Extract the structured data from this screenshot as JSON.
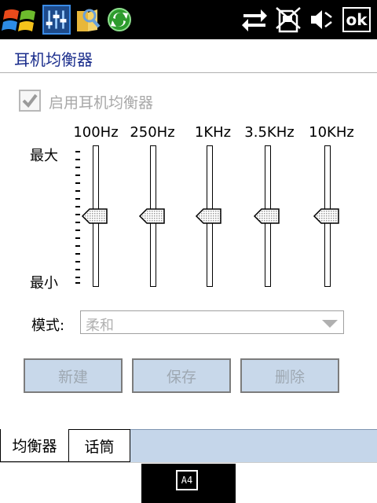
{
  "app": {
    "title": "耳机均衡器"
  },
  "taskbar": {
    "ok_label": "ok"
  },
  "enable": {
    "label": "启用耳机均衡器",
    "checked": true
  },
  "scale": {
    "max_label": "最大",
    "min_label": "最小"
  },
  "bands": [
    {
      "label": "100Hz",
      "level": 0.5
    },
    {
      "label": "250Hz",
      "level": 0.5
    },
    {
      "label": "1KHz",
      "level": 0.5
    },
    {
      "label": "3.5KHz",
      "level": 0.5
    },
    {
      "label": "10KHz",
      "level": 0.5
    }
  ],
  "mode": {
    "label": "模式:",
    "value": "柔和"
  },
  "buttons": {
    "new_label": "新建",
    "save_label": "保存",
    "delete_label": "删除"
  },
  "tabs": [
    {
      "label": "均衡器"
    },
    {
      "label": "话筒"
    }
  ],
  "sip": {
    "label": "A4"
  }
}
